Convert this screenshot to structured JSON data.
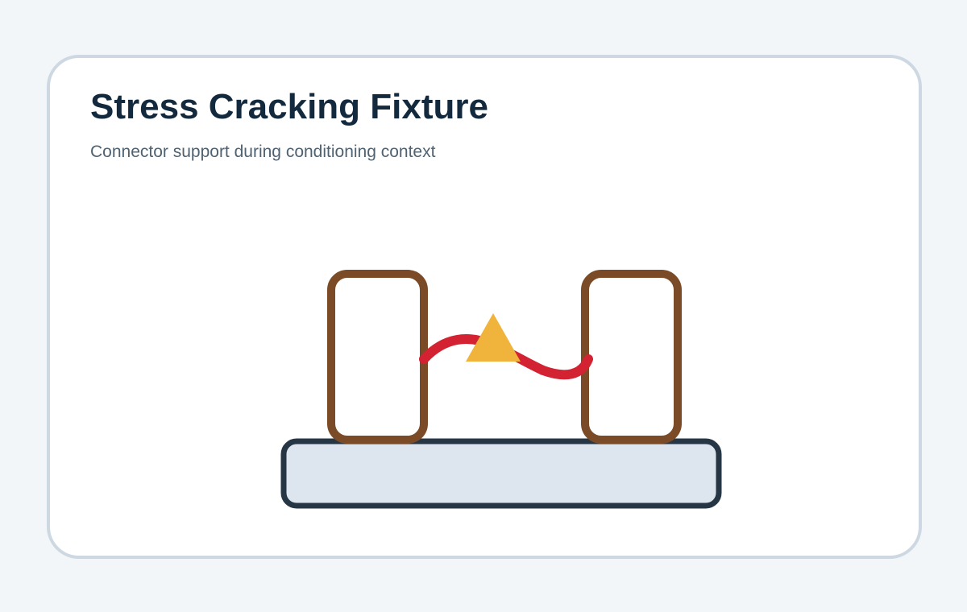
{
  "header": {
    "title": "Stress Cracking Fixture",
    "subtitle": "Connector support during conditioning context"
  },
  "diagram": {
    "components": [
      {
        "name": "base-plate",
        "shape": "rounded-rectangle",
        "fill": "#dde6ee",
        "stroke": "#263645"
      },
      {
        "name": "left-support-post",
        "shape": "rounded-rectangle",
        "fill": "#ffffff",
        "stroke": "#7a4b26"
      },
      {
        "name": "right-support-post",
        "shape": "rounded-rectangle",
        "fill": "#ffffff",
        "stroke": "#7a4b26"
      },
      {
        "name": "connector-cable",
        "shape": "curve",
        "stroke": "#d32232"
      },
      {
        "name": "stress-marker",
        "shape": "triangle",
        "fill": "#f0b43c"
      }
    ]
  },
  "colors": {
    "page_background": "#f3f6f9",
    "card_background": "#ffffff",
    "card_border": "#cdd8e2",
    "title": "#13293d",
    "subtitle": "#4f6272"
  }
}
